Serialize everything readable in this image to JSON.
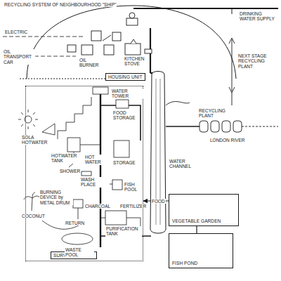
{
  "diagram": {
    "title": "RECYCLING SYSTEM OF NEIGHBOURHOOD \"SHIP\"",
    "nodes": [
      {
        "text": [
          "HOUSING UNIT"
        ]
      },
      {
        "text": [
          "SURVIVAL TOWER"
        ]
      },
      {
        "text": [
          "VEGETABLE GARDEN"
        ]
      },
      {
        "text": [
          "FISH POND"
        ]
      }
    ],
    "edges": [
      {
        "from": 2,
        "to": 1,
        "label": "FOOD",
        "arrow": "to"
      },
      {
        "from": 2,
        "to": 3,
        "arrow": "none"
      }
    ],
    "labels": [
      "ELECTRIC",
      "OIL TRANSPORT CAR",
      "OIL BURNER",
      "KITCHEN STOVE",
      "DRINKING WATER SUPPLY",
      "NEXT STAGE RECYCLING PLANT",
      "WATER TOWER",
      "SOLA HOTWATER",
      "FOOD STORAGE",
      "HOTWATER TANK",
      "HOT WATER",
      "SHOWER",
      "WASH PLACE",
      "STORAGE",
      "FISH POOL",
      "WATER CHANNEL",
      "RECYCLING PLANT",
      "LONDON RIVER",
      "BURNING DEVICE by METAL DRUM",
      "CHARCOAL",
      "COCONUT",
      "RETURN",
      "PURIFICATION TANK",
      "FERTILIZER",
      "WASTE POOL"
    ]
  }
}
